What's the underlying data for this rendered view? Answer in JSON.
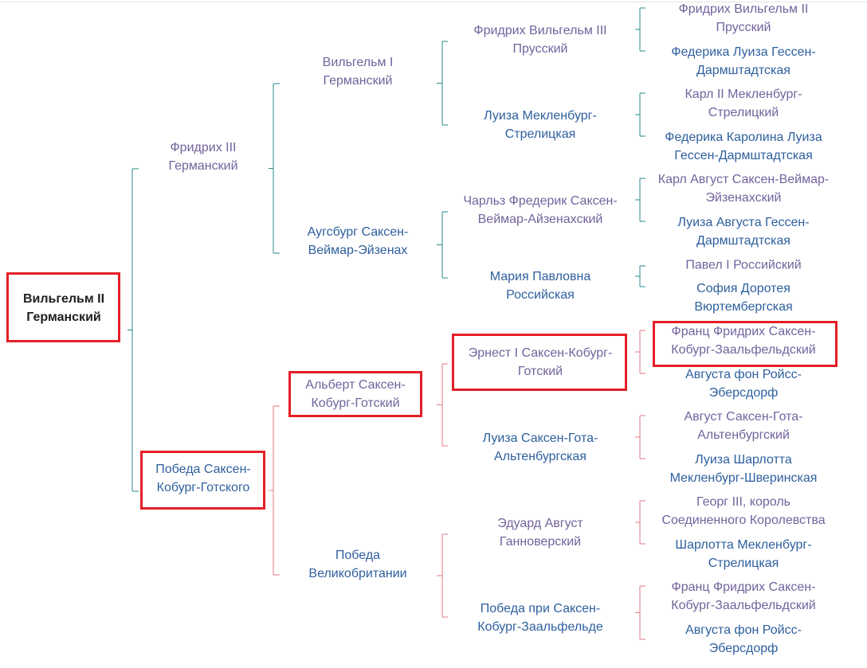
{
  "accent_colors": {
    "paternal_line": "#2a8a8c",
    "maternal_line": "#e07a84",
    "highlight": "#e41f27",
    "father_text": "#72639c",
    "mother_text": "#2e5f9e"
  },
  "tree": {
    "root": "Вильгельм II\nГерманский",
    "father": {
      "name": "Фридрих III\nГерманский",
      "father": {
        "name": "Вильгельм I\nГерманский",
        "father": {
          "name": "Фридрих Вильгельм III\nПрусский",
          "father": "Фридрих Вильгельм II\nПрусский",
          "mother": "Федерика Луиза Гессен-\nДармштадтская"
        },
        "mother": {
          "name": "Луиза Мекленбург-\nСтрелицкая",
          "father": "Карл II Мекленбург-\nСтрелицкий",
          "mother": "Федерика Каролина Луиза\nГессен-Дармштадтская"
        }
      },
      "mother": {
        "name": "Аугсбург Саксен-\nВеймар-Эйзенах",
        "father": {
          "name": "Чарльз Фредерик Саксен-\nВеймар-Айзенахский",
          "father": "Карл Август Саксен-Веймар-\nЭйзенахский",
          "mother": "Луиза Августа Гессен-\nДармштадтская"
        },
        "mother": {
          "name": "Мария Павловна\nРоссийская",
          "father": "Павел I Российский",
          "mother": "София Доротея\nВюртембергская"
        }
      }
    },
    "mother": {
      "name": "Победа Саксен-\nКобург-Готского",
      "father": {
        "name": "Альберт Саксен-\nКобург-Готский",
        "father": {
          "name": "Эрнест I Саксен-Кобург-\nГотский",
          "father": "Франц Фридрих Саксен-\nКобург-Заальфельдский",
          "mother": "Августа фон Ройсс-\nЭберсдорф"
        },
        "mother": {
          "name": "Луиза Саксен-Гота-\nАльтенбургская",
          "father": "Август Саксен-Гота-\nАльтенбургский",
          "mother": "Луиза Шарлотта\nМекленбург-Шверинская"
        }
      },
      "mother": {
        "name": "Победа\nВеликобритании",
        "father": {
          "name": "Эдуард Август\nГанноверский",
          "father": "Георг III, король\nСоединенного Королевства",
          "mother": "Шарлотта Мекленбург-\nСтрелицкая"
        },
        "mother": {
          "name": "Победа при Саксен-\nКобург-Заальфельде",
          "father": "Франц Фридрих Саксен-\nКобург-Заальфельдский",
          "mother": "Августа фон Ройсс-\nЭберсдорф"
        }
      }
    }
  }
}
